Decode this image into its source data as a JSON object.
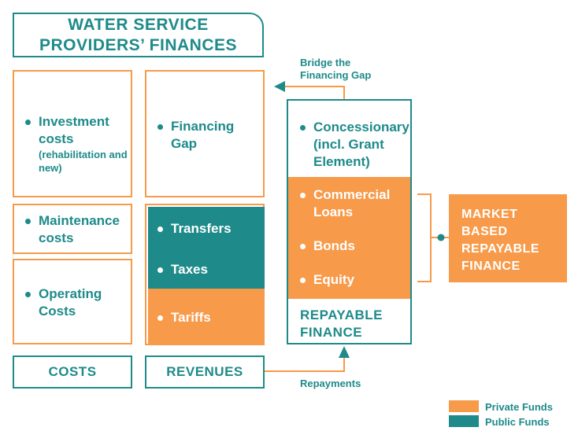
{
  "title": {
    "line1": "WATER SERVICE",
    "line2": "PROVIDERS’ FINANCES"
  },
  "costs": {
    "investment": {
      "label": "Investment costs",
      "note": "(rehabilitation and new)"
    },
    "maintenance": {
      "label": "Maintenance costs"
    },
    "operating": {
      "label": "Operating Costs"
    },
    "footer": "COSTS"
  },
  "revenues": {
    "financing_gap": "Financing Gap",
    "transfers": "Transfers",
    "taxes": "Taxes",
    "tariffs": "Tariffs",
    "footer": "REVENUES"
  },
  "repayable": {
    "concessionary": "Concessionary (incl. Grant Element)",
    "commercial_loans": "Commercial Loans",
    "bonds": "Bonds",
    "equity": "Equity",
    "footer": "REPAYABLE FINANCE"
  },
  "market": {
    "label": "MARKET BASED REPAYABLE FINANCE"
  },
  "arrows": {
    "bridge": "Bridge the Financing Gap",
    "repayments": "Repayments"
  },
  "legend": {
    "items": [
      {
        "label": "Private Funds",
        "color": "#f79a4a"
      },
      {
        "label": "Public Funds",
        "color": "#1e8a8a"
      }
    ]
  },
  "colors": {
    "teal": "#1e8a8a",
    "orange": "#f79a4a"
  }
}
